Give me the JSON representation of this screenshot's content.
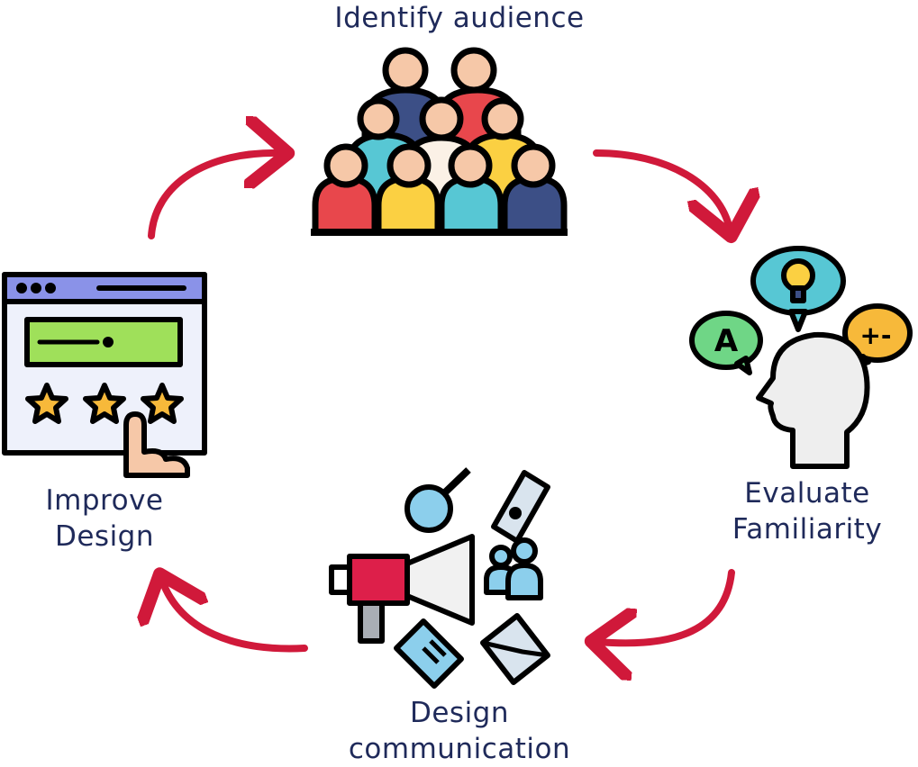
{
  "steps": [
    {
      "label": "Identify audience",
      "icon": "audience-group-icon"
    },
    {
      "label": "Evaluate\nFamiliarity",
      "icon": "thinking-head-icon"
    },
    {
      "label": "Design\ncommunication",
      "icon": "megaphone-marketing-icon"
    },
    {
      "label": "Improve\nDesign",
      "icon": "rating-webpage-icon"
    }
  ],
  "colors": {
    "arrow": "#d0193a",
    "text": "#1f2a5a",
    "outline": "#000000",
    "skin": "#f6c8a8",
    "red": "#e8474c",
    "yellow": "#fbd042",
    "teal": "#57c7d4",
    "navy": "#3c4f86",
    "blue_light": "#8ccfec",
    "green": "#6fd686",
    "orange": "#f7b93a",
    "lime": "#9fe05a",
    "purple_bar": "#8a92e8",
    "grey_head": "#eeeeee",
    "crimson": "#dd1f4a"
  }
}
